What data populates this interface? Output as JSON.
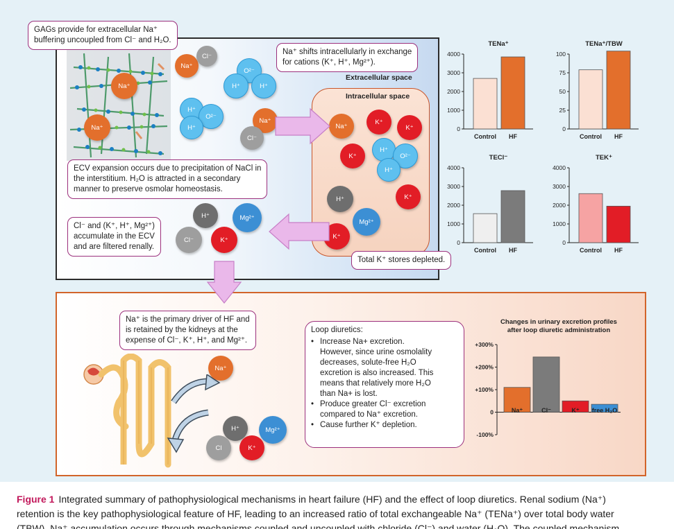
{
  "callouts": {
    "gags": [
      "GAGs provide for extracellular Na⁺",
      "buffering uncoupled from Cl⁻ and H₂O."
    ],
    "na_shift": [
      "Na⁺ shifts intracellularly in exchange",
      "for cations (K⁺, H⁺, Mg²⁺)."
    ],
    "ecv": [
      "ECV expansion occurs due to precipitation of NaCl in",
      "the interstitium. H₂O is attracted in a secondary",
      "manner to preserve osmolar homeostasis."
    ],
    "cl_accum": [
      "Cl⁻ and (K⁺, H⁺, Mg²⁺)",
      "accumulate in the ECV",
      "and are filtered renally."
    ],
    "k_depleted": "Total K⁺ stores depleted.",
    "na_driver": [
      "Na⁺ is the primary driver of HF and",
      "is retained by the kidneys at the",
      "expense of Cl⁻, K⁺, H⁺, and Mg²⁺."
    ],
    "loop_title": "Loop diuretics:",
    "loop_bullets": [
      [
        "Increase Na+ excretion.",
        "However, since urine osmolality",
        "decreases, solute-free H₂O",
        "excretion is also increased. This",
        "means that relatively more H₂O",
        "than Na+ is lost."
      ],
      [
        "Produce greater Cl⁻ excretion",
        "compared to Na⁺ excretion."
      ],
      [
        "Cause further K⁺ depletion."
      ]
    ]
  },
  "labels": {
    "extracellular": "Extracellular space",
    "intracellular": "Intracellular space"
  },
  "ions": {
    "na": "Na⁺",
    "cl": "Cl⁻",
    "k": "K⁺",
    "h": "H⁺",
    "mg": "Mg²⁺",
    "o2": "O²⁻",
    "cl_plain": "Cl"
  },
  "chart_data": [
    {
      "type": "bar",
      "title": "TENa⁺",
      "categories": [
        "Control",
        "HF"
      ],
      "values": [
        2700,
        3850
      ],
      "ylim": [
        0,
        4000
      ],
      "yticks": [
        0,
        1000,
        2000,
        3000,
        4000
      ],
      "colors": [
        "#fbe0d3",
        "#e36f2c"
      ]
    },
    {
      "type": "bar",
      "title": "TENa⁺/TBW",
      "categories": [
        "Control",
        "HF"
      ],
      "values": [
        79,
        104
      ],
      "ylim": [
        0,
        100
      ],
      "yticks": [
        0,
        25,
        50,
        75,
        100
      ],
      "colors": [
        "#fbe0d3",
        "#e36f2c"
      ]
    },
    {
      "type": "bar",
      "title": "TECl⁻",
      "categories": [
        "Control",
        "HF"
      ],
      "values": [
        1550,
        2780
      ],
      "ylim": [
        0,
        4000
      ],
      "yticks": [
        0,
        1000,
        2000,
        3000,
        4000
      ],
      "colors": [
        "#efefef",
        "#7b7b7b"
      ]
    },
    {
      "type": "bar",
      "title": "TEK⁺",
      "categories": [
        "Control",
        "HF"
      ],
      "values": [
        2620,
        1950
      ],
      "ylim": [
        0,
        4000
      ],
      "yticks": [
        0,
        1000,
        2000,
        3000,
        4000
      ],
      "colors": [
        "#f6a3a3",
        "#e21d26"
      ]
    },
    {
      "type": "bar",
      "title": [
        "Changes in urinary excretion profiles",
        "after loop diuretic administration"
      ],
      "categories": [
        "Na⁺",
        "Cl⁻",
        "K⁺",
        "free H₂O"
      ],
      "values": [
        110,
        245,
        50,
        35
      ],
      "ylim": [
        -100,
        300
      ],
      "yticks": [
        -100,
        0,
        100,
        200,
        300
      ],
      "ytick_labels": [
        "-100%",
        "0",
        "+100%",
        "+200%",
        "+300%"
      ],
      "colors": [
        "#e36f2c",
        "#7b7b7b",
        "#e21d26",
        "#3c8fd4"
      ]
    }
  ],
  "caption": {
    "fig_label": "Figure 1",
    "lines": [
      "Integrated summary of pathophysiological mechanisms in heart failure (HF) and the effect of loop diuretics. Renal sodium (Na⁺)",
      "retention is the key pathophysiological feature of HF, leading to an increased ratio of total exchangeable Na⁺ (TENa⁺) over total body water",
      "(TBW). Na⁺ accumulation occurs through mechanisms coupled and uncoupled with chloride (Cl⁻) and water (H₂O). The coupled mechanism"
    ]
  },
  "colors": {
    "na": "#e36f2c",
    "cl": "#9e9e9e",
    "k": "#e21d26",
    "h": "#6e6e6e",
    "mg": "#3c8fd4",
    "h2o": "#5ec0ef",
    "callout_border": "#9b2f7c",
    "bottom_border": "#d2642a",
    "caption_label": "#c2185b"
  }
}
